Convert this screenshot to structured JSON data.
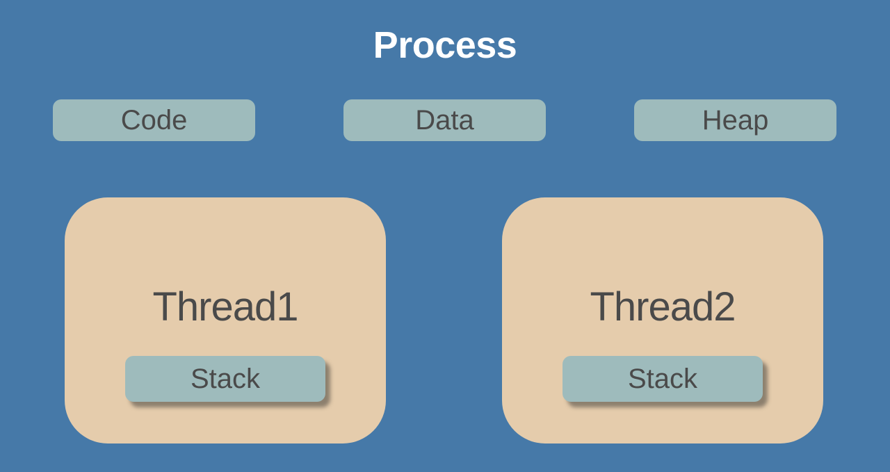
{
  "process": {
    "title": "Process",
    "segments": [
      {
        "label": "Code"
      },
      {
        "label": "Data"
      },
      {
        "label": "Heap"
      }
    ],
    "threads": [
      {
        "label": "Thread1",
        "stack_label": "Stack"
      },
      {
        "label": "Thread2",
        "stack_label": "Stack"
      }
    ]
  },
  "colors": {
    "background": "#4679A8",
    "segment_box": "#9EBBBC",
    "thread_box": "#E5CCAC",
    "label_text": "#4A4A4A",
    "title_text": "#FFFFFF"
  }
}
